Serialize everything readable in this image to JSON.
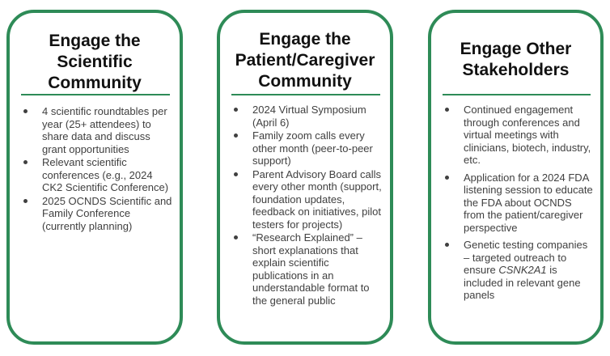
{
  "cards": [
    {
      "title": "Engage the\nScientific\nCommunity",
      "bullets": [
        "4 scientific roundtables per year (25+ attendees) to share data and discuss grant opportunities",
        "Relevant scientific conferences (e.g., 2024 CK2 Scientific Conference)",
        "2025 OCNDS Scientific and Family Conference (currently planning)"
      ]
    },
    {
      "title": "Engage the\nPatient/Caregiver\nCommunity",
      "bullets": [
        "2024 Virtual Symposium (April 6)",
        "Family zoom calls every other month (peer-to-peer support)",
        "Parent Advisory Board calls every other month (support, foundation updates, feedback on initiatives, pilot testers for projects)",
        "“Research Explained” – short explanations that explain scientific publications in an understandable format to the general public"
      ]
    },
    {
      "title": "Engage Other\nStakeholders",
      "bullets": [
        "Continued engagement through conferences and virtual meetings with clinicians, biotech, industry, etc.",
        "Application for a 2024 FDA listening session to educate the FDA about OCNDS from the patient/caregiver perspective"
      ],
      "last_bullet": {
        "before": "Genetic testing companies – targeted outreach to ensure ",
        "italic": "CSNK2A1",
        "after": " is included in relevant gene panels"
      }
    }
  ],
  "colors": {
    "border": "#2e8b57",
    "title": "#111111",
    "text": "#404040"
  }
}
